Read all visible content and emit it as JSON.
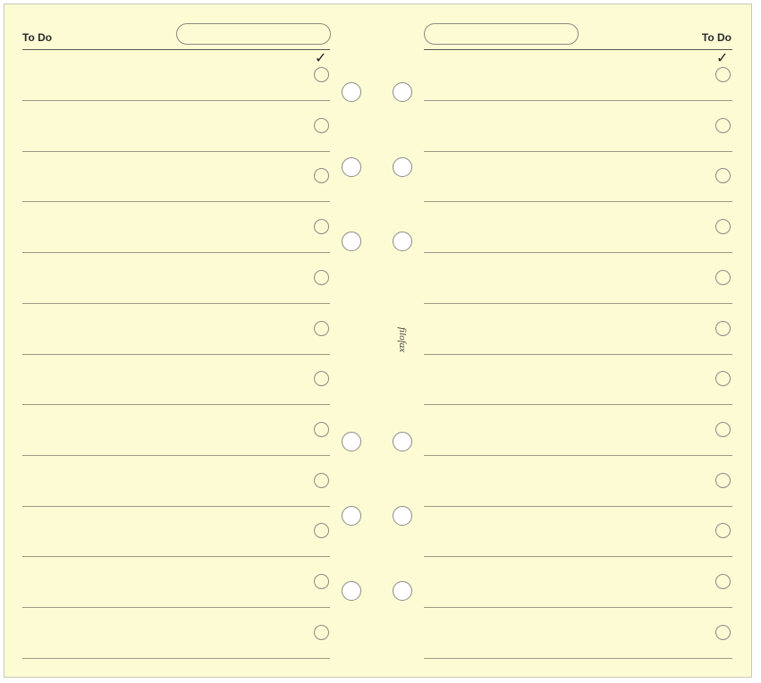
{
  "page": {
    "left": {
      "title": "To Do",
      "check_mark": "✓"
    },
    "right": {
      "title": "To Do",
      "check_mark": "✓"
    },
    "brand": "filofax",
    "rows_per_column": 12,
    "colors": {
      "paper": "#fdfbd4",
      "rule": "#9a9a86",
      "header_rule": "#55554d",
      "circle": "#8a8a86"
    }
  }
}
